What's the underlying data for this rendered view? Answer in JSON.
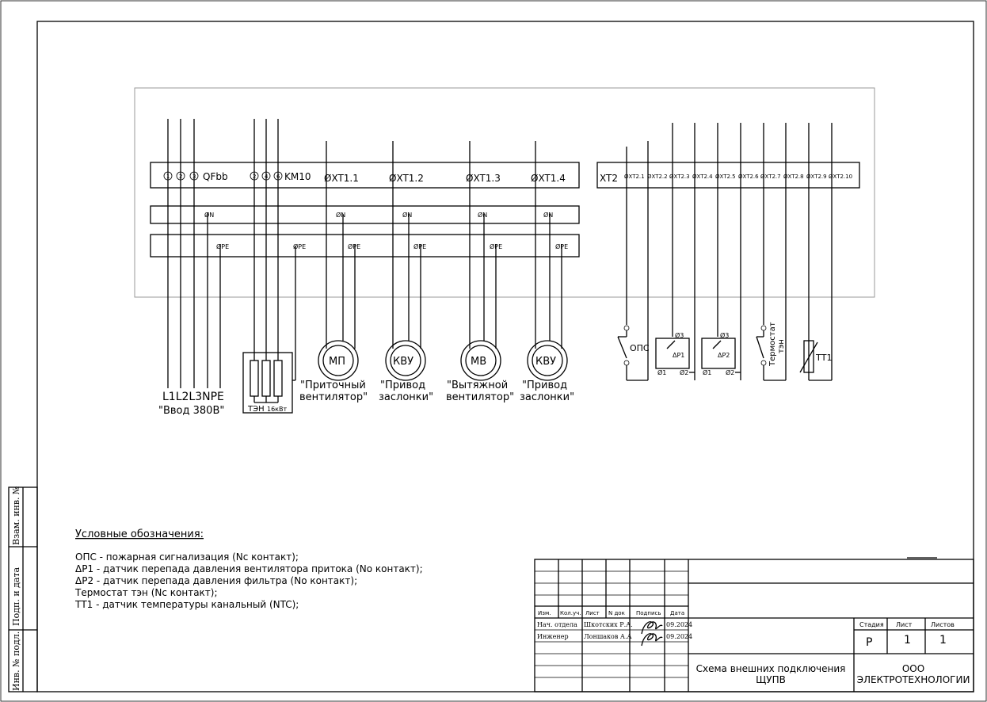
{
  "cabinet": {
    "terminal_strip": [
      "QFbb",
      "KM10",
      "XT1.1",
      "XT1.2",
      "XT1.3",
      "XT1.4"
    ],
    "qf_terminals": [
      "1",
      "2",
      "3"
    ],
    "km_terminals": [
      "2",
      "4",
      "6"
    ],
    "xt2_label": "XT2",
    "xt2_terminals": [
      "XT2.1",
      "XT2.2",
      "XT2.3",
      "XT2.4",
      "XT2.5",
      "XT2.6",
      "XT2.7",
      "XT2.8",
      "XT2.9",
      "XT2.10"
    ],
    "n_bus_marks": [
      "N",
      "N",
      "N",
      "N",
      "N"
    ],
    "pe_bus_marks": [
      "PE",
      "PE",
      "PE",
      "PE",
      "PE",
      "PE"
    ]
  },
  "loads": {
    "input_wires": "L1L2L3NPE",
    "input_caption": "\"Ввод 380В\"",
    "heater_label": "ТЭН",
    "heater_power": "16кВт",
    "supply_fan_symbol": "МП",
    "supply_fan_caption": [
      "\"Приточный",
      "вентилятор\""
    ],
    "damper1_symbol": "КВУ",
    "damper1_caption": [
      "\"Привод",
      "заслонки\""
    ],
    "exhaust_fan_symbol": "МВ",
    "exhaust_fan_caption": [
      "\"Вытяжной",
      "вентилятор\""
    ],
    "damper2_symbol": "КВУ",
    "damper2_caption": [
      "\"Привод",
      "заслонки\""
    ]
  },
  "sensors": {
    "fire": "ОПС",
    "dp1": "ΔР1",
    "dp2": "ΔР2",
    "thermostat": "Термостат",
    "thermostat_sub": "тэн",
    "temp": "ТТ1",
    "pin1": "1",
    "pin2": "2",
    "pin3": "3"
  },
  "legend": {
    "title": "Условные обозначения:",
    "items": [
      "ОПС - пожарная сигнализация (Nc контакт);",
      "ΔР1 - датчик перепада давления вентилятора притока (No контакт);",
      "ΔР2 - датчик перепада давления фильтра (No контакт);",
      "Термостат тэн (Nc контакт);",
      "ТТ1 - датчик температуры канальный (NTC);"
    ]
  },
  "side_stamp": [
    "Взам. инв. №",
    "Подп. и дата",
    "Инв. № подл."
  ],
  "title_block": {
    "headers": [
      "Изм.",
      "Кол.уч.",
      "Лист",
      "N док",
      "Подпись",
      "Дата"
    ],
    "rows": [
      {
        "role": "Нач. отдела",
        "name": "Шкотских Р.А.",
        "date": "09.2024"
      },
      {
        "role": "Инженер",
        "name": "Лоншаков А.А",
        "date": "09.2024"
      }
    ],
    "stage_header": "Стадия",
    "sheet_header": "Лист",
    "sheets_header": "Листов",
    "stage": "Р",
    "sheet": "1",
    "sheets": "1",
    "doc_title": [
      "Схема внешних подключения",
      "ЩУПВ"
    ],
    "company": [
      "ООО",
      "ЭЛЕКТРОТЕХНОЛОГИИ"
    ]
  }
}
